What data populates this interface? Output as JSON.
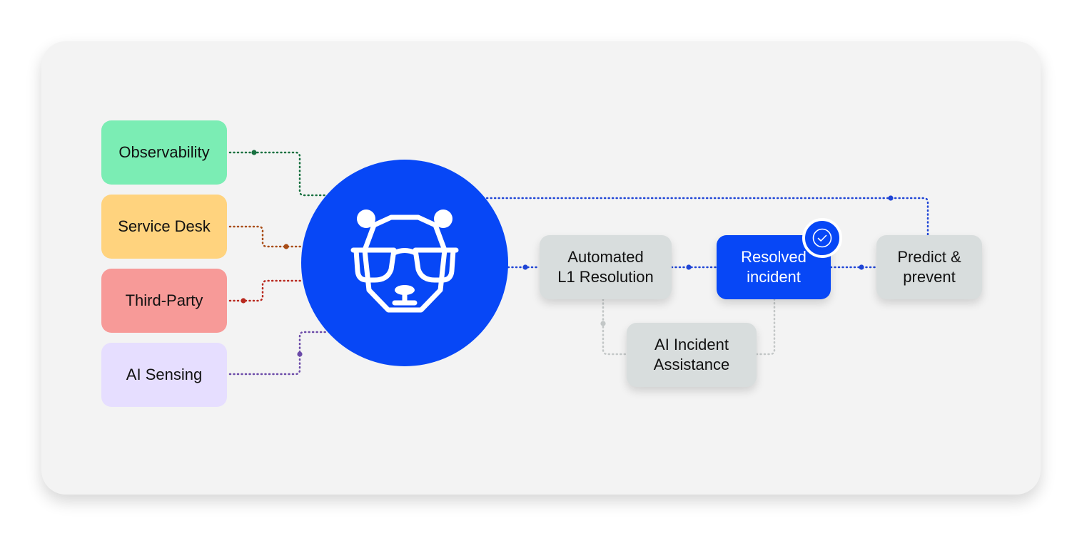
{
  "sources": [
    {
      "label": "Observability",
      "color": "#7bedb4",
      "line_color": "#17703f"
    },
    {
      "label": "Service Desk",
      "color": "#ffd37e",
      "line_color": "#a84c16"
    },
    {
      "label": "Third-Party",
      "color": "#f79a98",
      "line_color": "#b8281e"
    },
    {
      "label": "AI Sensing",
      "color": "#e6deff",
      "line_color": "#6b4aa8"
    }
  ],
  "hub": {
    "color": "#0747f6",
    "icon": "panda-with-glasses-icon"
  },
  "flow": {
    "automated": {
      "line1": "Automated",
      "line2": "L1 Resolution",
      "color": "#d8dddd"
    },
    "resolved": {
      "line1": "Resolved",
      "line2": "incident",
      "color": "#0747f6",
      "badge_icon": "check-circle-icon"
    },
    "predict": {
      "line1": "Predict &",
      "line2": "prevent",
      "color": "#d8dddd"
    },
    "assist": {
      "line1": "AI Incident",
      "line2": "Assistance",
      "color": "#d8dddd"
    }
  },
  "colors": {
    "card_bg": "#f3f3f3",
    "accent": "#0747f6",
    "flow_line": "#1f45d6",
    "assist_line": "#c3c7c7"
  }
}
